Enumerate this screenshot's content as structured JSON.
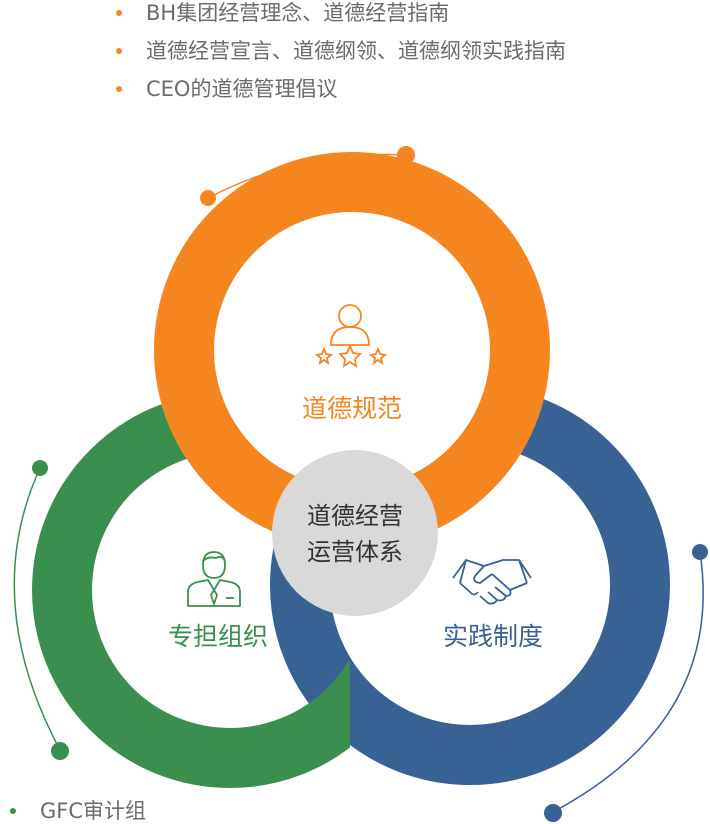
{
  "top_list": {
    "items": [
      "BH集团经营理念、道德经营指南",
      "道德经营宣言、道德纲领、道德纲领实践指南",
      "CEO的道德管理倡议"
    ]
  },
  "bottom_list": {
    "items": [
      "GFC审计组"
    ]
  },
  "diagram": {
    "center_line1": "道德经营",
    "center_line2": "运营体系",
    "segments": [
      {
        "label": "道德规范",
        "color": "#f5851f",
        "icon": "person-with-stars-icon"
      },
      {
        "label": "实践制度",
        "color": "#386194",
        "icon": "handshake-icon"
      },
      {
        "label": "专担组织",
        "color": "#3a8f4f",
        "icon": "businessman-icon"
      }
    ],
    "center_color": "#d9d9d9"
  }
}
